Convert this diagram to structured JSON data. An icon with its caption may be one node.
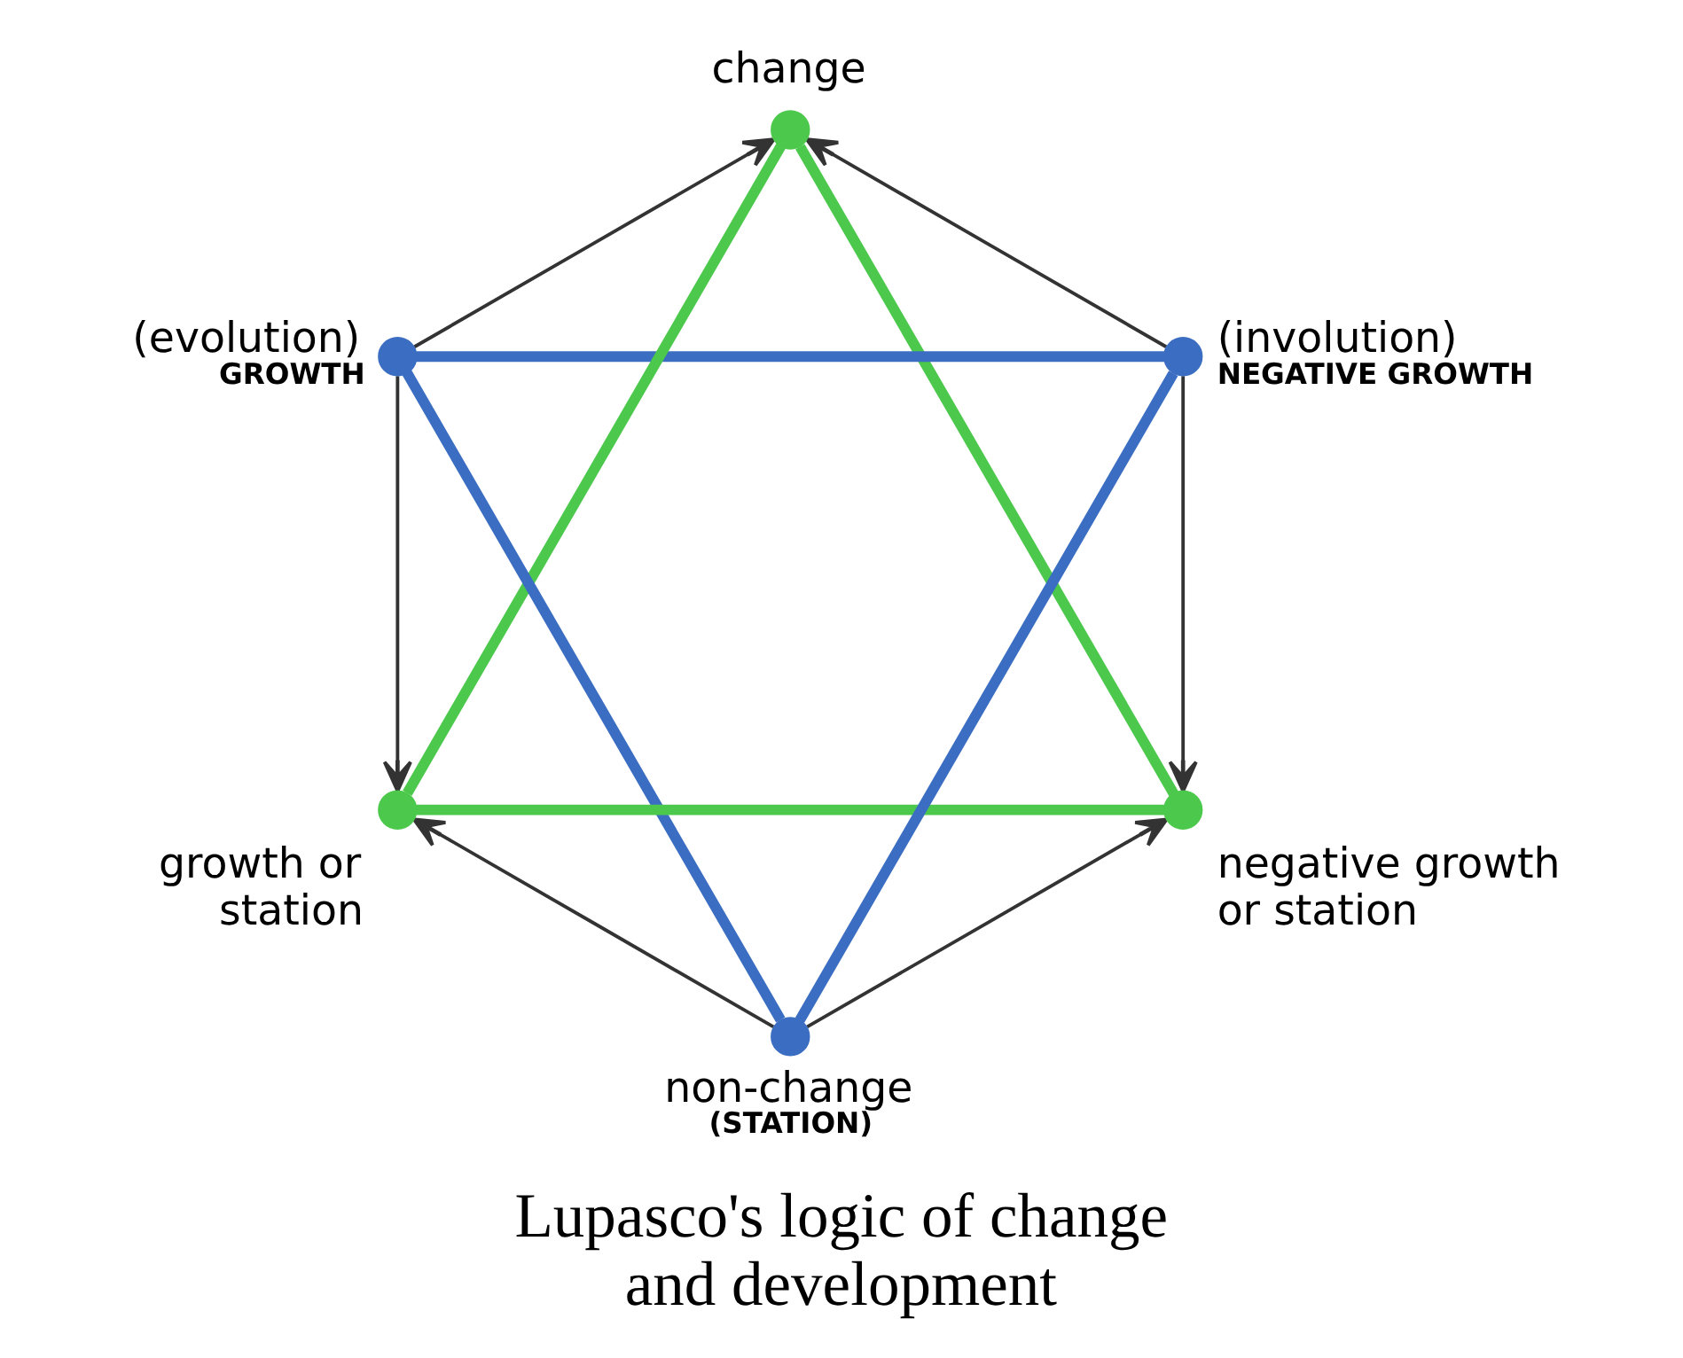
{
  "diagram": {
    "caption": "Lupasco's logic of change and development",
    "nodes": [
      {
        "text": [],
        "shape": "circle",
        "beside": [
          "change"
        ]
      },
      {
        "text": [],
        "shape": "circle",
        "beside": [
          "(evolution)",
          "GROWTH"
        ]
      },
      {
        "text": [],
        "shape": "circle",
        "beside": [
          "(involution)",
          "NEGATIVE GROWTH"
        ]
      },
      {
        "text": [],
        "shape": "circle",
        "beside": [
          "growth or station"
        ]
      },
      {
        "text": [],
        "shape": "circle",
        "beside": [
          "negative growth or station"
        ]
      },
      {
        "text": [],
        "shape": "circle",
        "beside": [
          "non-change",
          "(STATION)"
        ]
      }
    ],
    "edges": [
      {
        "from": 1,
        "to": 0,
        "arrow": "to"
      },
      {
        "from": 2,
        "to": 0,
        "arrow": "to"
      },
      {
        "from": 1,
        "to": 3,
        "arrow": "to"
      },
      {
        "from": 2,
        "to": 4,
        "arrow": "to"
      },
      {
        "from": 5,
        "to": 3,
        "arrow": "to"
      },
      {
        "from": 5,
        "to": 4,
        "arrow": "to"
      },
      {
        "from": 1,
        "to": 2,
        "arrow": "none",
        "style": "thick",
        "color": "#3b6ec2"
      },
      {
        "from": 2,
        "to": 5,
        "arrow": "none",
        "style": "thick",
        "color": "#3b6ec2"
      },
      {
        "from": 5,
        "to": 1,
        "arrow": "none",
        "style": "thick",
        "color": "#3b6ec2"
      },
      {
        "from": 0,
        "to": 4,
        "arrow": "none",
        "style": "thick",
        "color": "#4cc94c"
      },
      {
        "from": 4,
        "to": 3,
        "arrow": "none",
        "style": "thick",
        "color": "#4cc94c"
      },
      {
        "from": 3,
        "to": 0,
        "arrow": "none",
        "style": "thick",
        "color": "#4cc94c"
      }
    ]
  }
}
